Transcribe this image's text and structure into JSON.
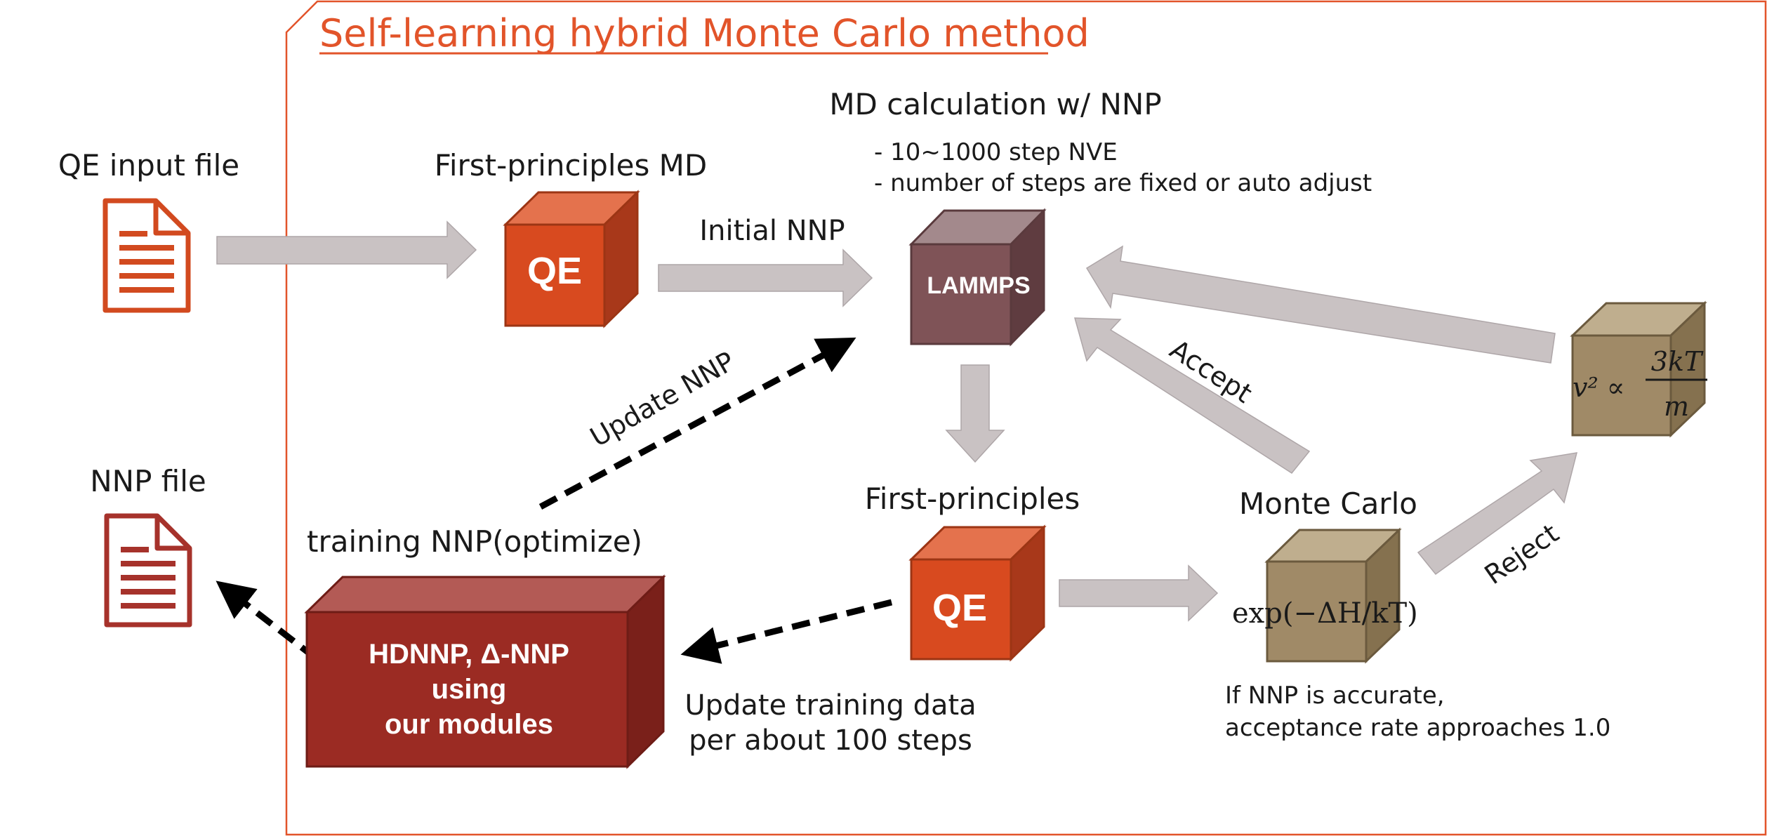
{
  "title": "Self-learning hybrid Monte Carlo method",
  "inputs": {
    "qe_input_label": "QE input file",
    "nnp_file_label": "NNP file"
  },
  "nodes": {
    "first_principles_md": {
      "heading": "First-principles MD",
      "box_label": "QE"
    },
    "md_nnp": {
      "heading": "MD calculation w/ NNP",
      "notes": [
        "- 10~1000 step NVE",
        "- number of steps are fixed or auto adjust"
      ],
      "box_label": "LAMMPS"
    },
    "first_principles": {
      "heading": "First-principles",
      "box_label": "QE"
    },
    "monte_carlo": {
      "heading": "Monte Carlo",
      "formula": "exp(−ΔH/kT)",
      "notes": [
        "If NNP is accurate,",
        "acceptance rate approaches 1.0"
      ]
    },
    "velocity": {
      "formula_lhs": "v² ∝",
      "numerator": "3kT",
      "denominator": "m"
    },
    "training": {
      "heading": "training NNP(optimize)",
      "box_lines": [
        "HDNNP, Δ-NNP",
        "using",
        "our modules"
      ]
    }
  },
  "edges": {
    "initial_nnp": "Initial NNP",
    "update_nnp": "Update NNP",
    "accept": "Accept",
    "reject": "Reject",
    "update_training": [
      "Update training data",
      "per about 100 steps"
    ]
  },
  "colors": {
    "accent": "#e2542a",
    "qe_front": "#d84a1f",
    "lammps_front": "#7f5357",
    "mc_front": "#a08a67",
    "training_front": "#9b2b23",
    "arrow_gray": "#c9c2c3",
    "doc_orange": "#d24a1f",
    "doc_red": "#a6322b"
  }
}
